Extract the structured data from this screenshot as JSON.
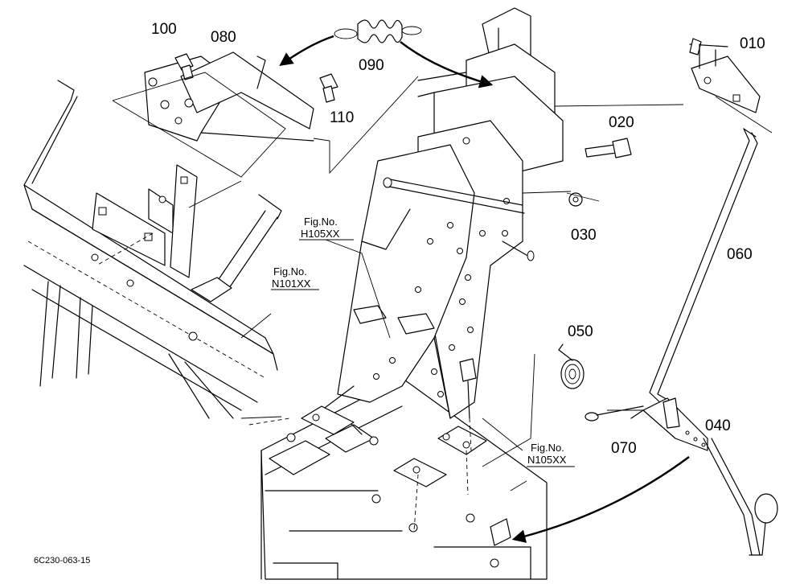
{
  "parts": [
    {
      "id": "p010",
      "label": "010"
    },
    {
      "id": "p020",
      "label": "020"
    },
    {
      "id": "p030",
      "label": "030"
    },
    {
      "id": "p040",
      "label": "040"
    },
    {
      "id": "p050",
      "label": "050"
    },
    {
      "id": "p060",
      "label": "060"
    },
    {
      "id": "p070",
      "label": "070"
    },
    {
      "id": "p080",
      "label": "080"
    },
    {
      "id": "p090",
      "label": "090"
    },
    {
      "id": "p100",
      "label": "100"
    },
    {
      "id": "p110",
      "label": "110"
    }
  ],
  "figure_refs": [
    {
      "id": "h105",
      "line1": "Fig.No.",
      "line2": "H105XX"
    },
    {
      "id": "n101",
      "line1": "Fig.No.",
      "line2": "N101XX"
    },
    {
      "id": "n105",
      "line1": "Fig.No.",
      "line2": "N105XX"
    }
  ],
  "drawing_code": "6C230-063-15"
}
